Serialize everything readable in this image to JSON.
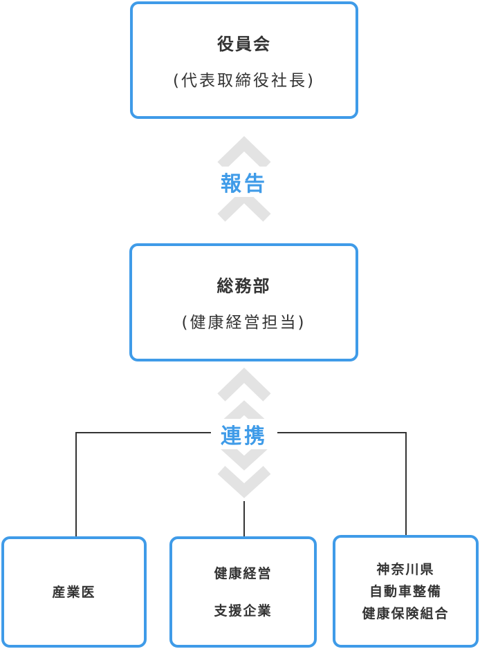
{
  "top_box": {
    "title": "役員会",
    "subtitle": "(代表取締役社長)"
  },
  "report_label": "報告",
  "middle_box": {
    "title": "総務部",
    "subtitle": "(健康経営担当)"
  },
  "link_label": "連携",
  "bottom_boxes": [
    {
      "lines": [
        "産業医"
      ]
    },
    {
      "lines": [
        "健康経営",
        "支援企業"
      ]
    },
    {
      "lines": [
        "神奈川県",
        "自動車整備",
        "健康保険組合"
      ]
    }
  ],
  "colors": {
    "accent": "#3f9be8",
    "chevron": "#e3e3e3",
    "text": "#333333",
    "line": "#333333"
  }
}
